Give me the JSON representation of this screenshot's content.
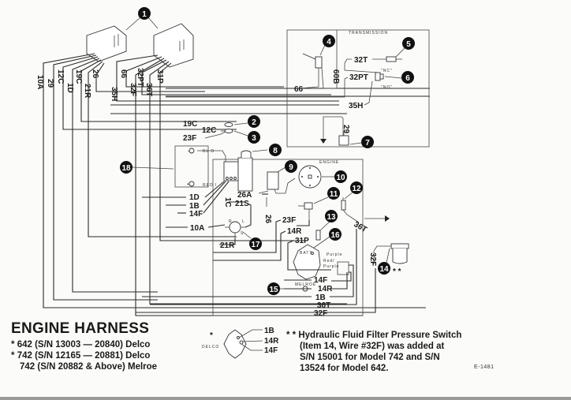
{
  "title": "ENGINE HARNESS",
  "variants": [
    {
      "mark": "*",
      "text": "642 (S/N 13003 — 20840) Delco"
    },
    {
      "mark": "*",
      "text": "742 (S/N 12165 — 20881) Delco"
    },
    {
      "mark": "",
      "text": "742 (S/N 20882 & Above) Melroe"
    }
  ],
  "footnote": {
    "mark": "* *",
    "lines": [
      "Hydraulic Fluid Filter Pressure Switch",
      "(Item 14, Wire #32F) was added at",
      "S/N 15001 for Model 742 and S/N",
      "13524 for Model 642."
    ]
  },
  "figure_code": "E-1481",
  "sections": {
    "transmission": "TRANSMISSION",
    "engine": "ENGINE"
  },
  "connector_left_wires": [
    "10A",
    "29",
    "12C",
    "1D",
    "19C",
    "21R",
    "26"
  ],
  "connector_right_wires": [
    "35H",
    "66",
    "32F",
    "32PT",
    "36T",
    "31P"
  ],
  "wire_labels": {
    "w66": "66",
    "w60B": "60B",
    "w32T": "32T",
    "w32PT": "32PT",
    "w35H": "35H",
    "w29": "29",
    "w19C": "19C",
    "w12C": "12C",
    "w23F": "23F",
    "w26A": "26A",
    "w21S": "21S",
    "w1C": "1C",
    "w1D": "1D",
    "w1B": "1B",
    "w14F": "14F",
    "w10A": "10A",
    "w21R": "21R",
    "w26": "26",
    "w23F_b": "23F",
    "w14R": "14R",
    "w31P": "31P",
    "w36T": "36T",
    "w32F": "32F",
    "w14F_b": "14F",
    "w14R_b": "14R",
    "w1B_b": "1B",
    "w36T_b": "36T",
    "w32F_b": "32F"
  },
  "battery": {
    "neg": "BL O",
    "pos": "RED I"
  },
  "alternator": {
    "brand": "MELROE",
    "wire1": "Purple",
    "wire2": "Red/",
    "wire3": "Purple",
    "batt": "BATT"
  },
  "delco_inset": {
    "mark": "*",
    "label": "DELCO",
    "wires": [
      "1B",
      "14R",
      "14F"
    ]
  },
  "switch6": {
    "nc": "\"NC\"",
    "no": "\"NO\""
  },
  "starter": {
    "r": "R",
    "l": "L",
    "s": "S"
  },
  "callouts": [
    "1",
    "2",
    "3",
    "4",
    "5",
    "6",
    "7",
    "8",
    "9",
    "10",
    "11",
    "12",
    "13",
    "14",
    "15",
    "16",
    "17",
    "18"
  ],
  "filter_mark": "* *"
}
